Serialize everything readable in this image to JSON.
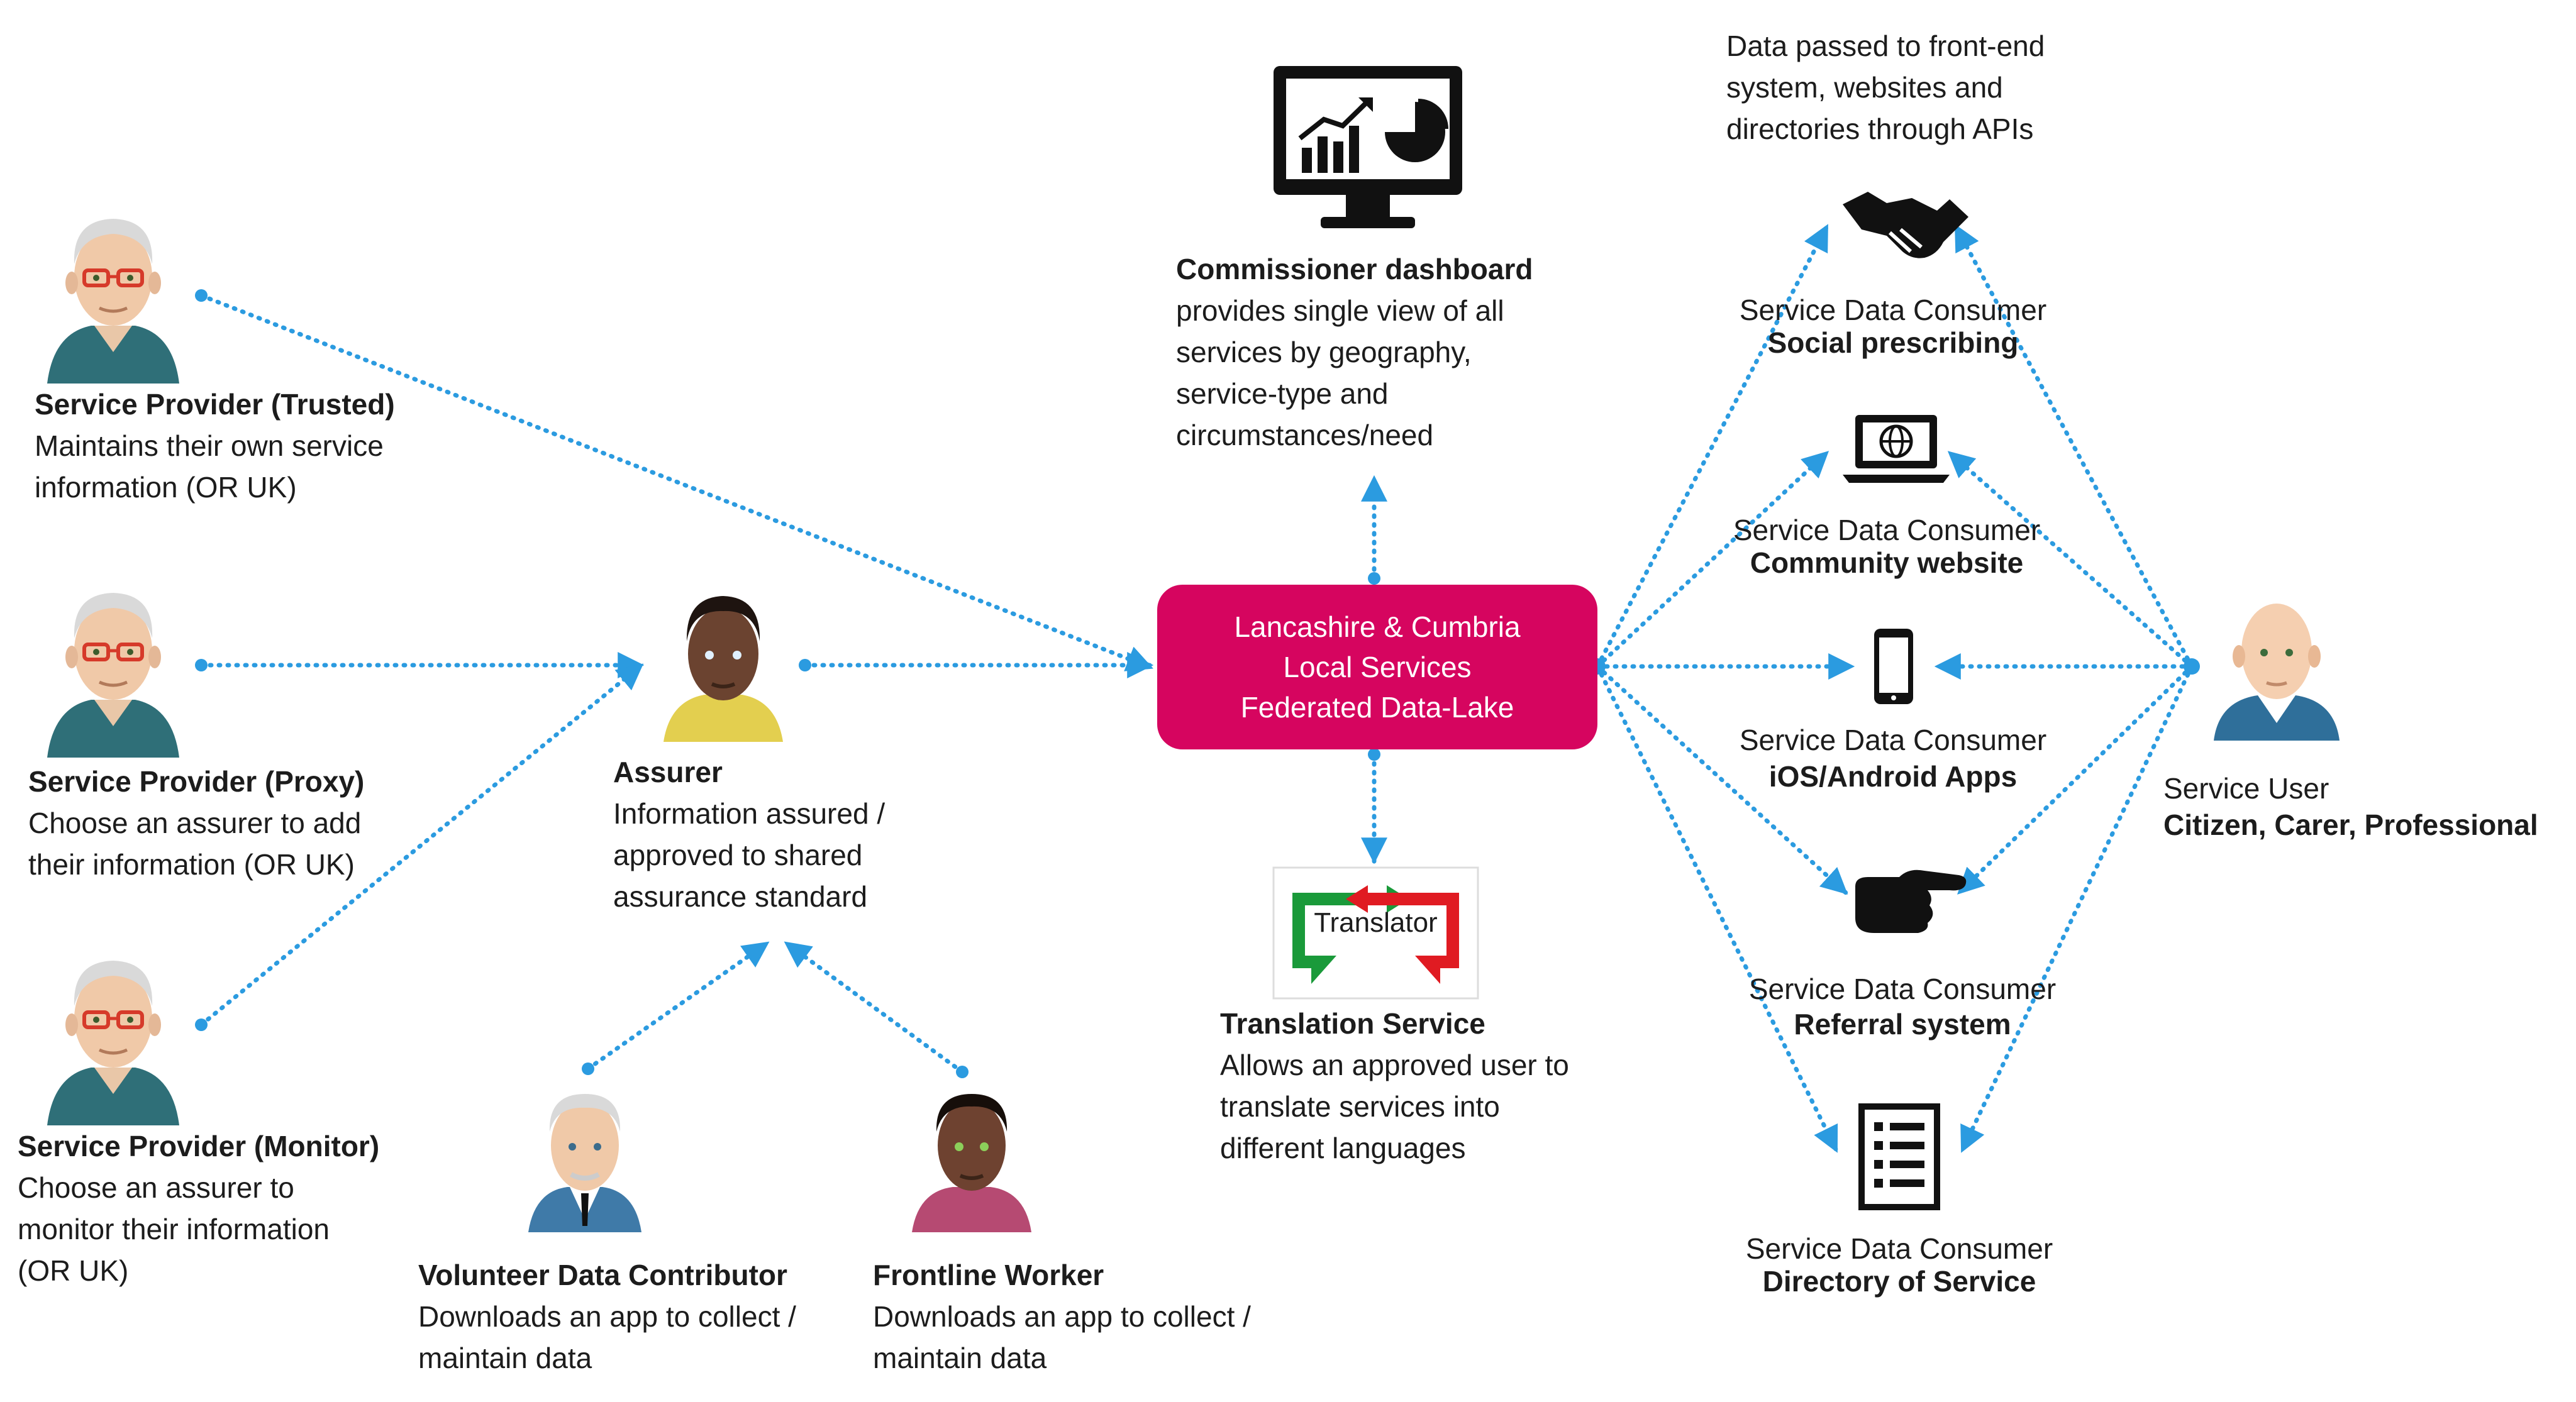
{
  "hub": {
    "line1": "Lancashire & Cumbria",
    "line2": "Local Services",
    "line3": "Federated Data-Lake"
  },
  "providers": [
    {
      "title": "Service Provider (Trusted)",
      "lines": [
        "Maintains their own service",
        "information (OR UK)"
      ]
    },
    {
      "title": "Service Provider (Proxy)",
      "lines": [
        "Choose an assurer to add",
        "their information (OR UK)"
      ]
    },
    {
      "title": "Service Provider (Monitor)",
      "lines": [
        "Choose an assurer to",
        "monitor their information",
        "(OR UK)"
      ]
    }
  ],
  "assurer": {
    "title": "Assurer",
    "lines": [
      "Information assured /",
      "approved to shared",
      "assurance standard"
    ]
  },
  "volunteer": {
    "title": "Volunteer Data Contributor",
    "lines": [
      "Downloads an app to collect /",
      "maintain data"
    ]
  },
  "frontline": {
    "title": "Frontline Worker",
    "lines": [
      "Downloads an app to collect /",
      "maintain data"
    ]
  },
  "dashboard": {
    "title": "Commissioner dashboard",
    "lines": [
      "provides single view of all",
      "services by geography,",
      "service-type and",
      "circumstances/need"
    ]
  },
  "translation": {
    "title": "Translation Service",
    "lines": [
      "Allows an approved user to",
      "translate services into",
      "different languages"
    ],
    "icon_text": "Translator"
  },
  "api_note": {
    "lines": [
      "Data passed to front-end",
      "system, websites and",
      "directories through APIs"
    ]
  },
  "consumers": [
    {
      "role": "Service Data Consumer",
      "name": "Social prescribing",
      "icon": "handshake-icon"
    },
    {
      "role": "Service Data Consumer",
      "name": "Community website",
      "icon": "laptop-globe-icon"
    },
    {
      "role": "Service Data Consumer",
      "name": "iOS/Android Apps",
      "icon": "smartphone-icon"
    },
    {
      "role": "Service Data Consumer",
      "name": "Referral system",
      "icon": "pointing-hand-icon"
    },
    {
      "role": "Service Data Consumer",
      "name": "Directory of Service",
      "icon": "directory-list-icon"
    }
  ],
  "service_user": {
    "role": "Service User",
    "name": "Citizen, Carer, Professional"
  },
  "colors": {
    "hub": "#d6055f",
    "connector": "#2b9be0",
    "translator_green": "#1a9a3a",
    "translator_red": "#e01b22",
    "icon_black": "#111111"
  }
}
